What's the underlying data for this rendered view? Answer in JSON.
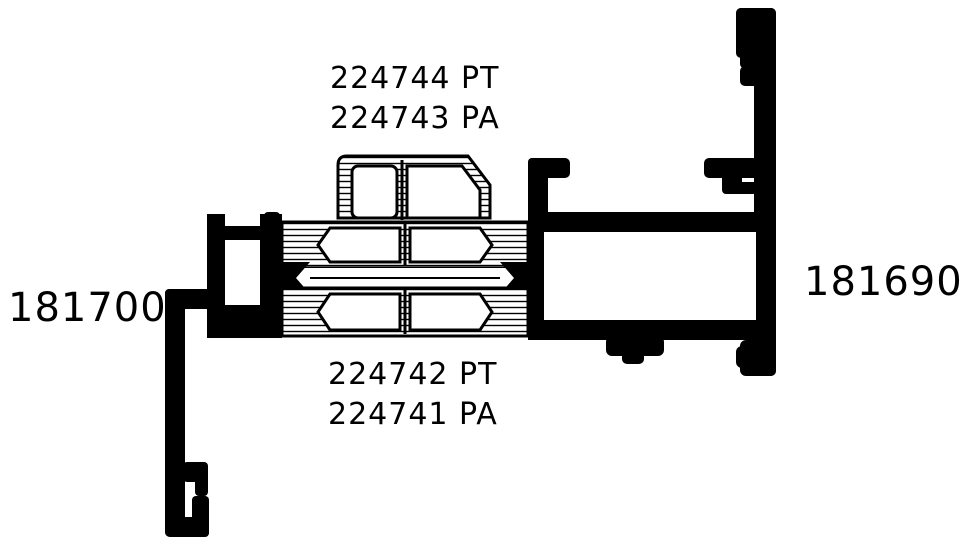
{
  "labels": {
    "left_profile": "181700",
    "right_profile": "181690",
    "top_line1": "224744 PT",
    "top_line2": "224743 PA",
    "bottom_line1": "224742 PT",
    "bottom_line2": "224741 PA"
  },
  "colors": {
    "ink": "#000000",
    "background": "#ffffff"
  }
}
